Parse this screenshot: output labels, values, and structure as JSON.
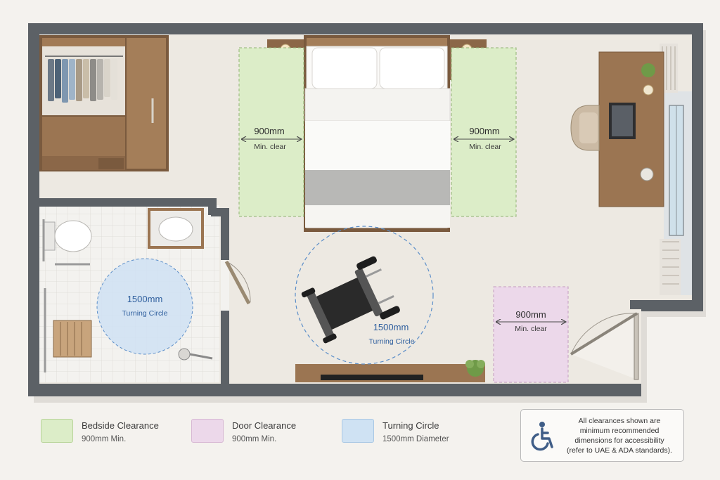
{
  "dimensions": {
    "bedside_left": {
      "value": "900mm",
      "caption": "Min. clear"
    },
    "bedside_right": {
      "value": "900mm",
      "caption": "Min. clear"
    },
    "door": {
      "value": "900mm",
      "caption": "Min. clear"
    },
    "turning_bath": {
      "value": "1500mm",
      "caption": "Turning Circle"
    },
    "turning_room": {
      "value": "1500mm",
      "caption": "Turning Circle"
    }
  },
  "legend": [
    {
      "title": "Bedside Clearance",
      "sub": "900mm Min.",
      "color": "#dcedc8"
    },
    {
      "title": "Door Clearance",
      "sub": "900mm Min.",
      "color": "#ecd8ea"
    },
    {
      "title": "Turning Circle",
      "sub": "1500mm Diameter",
      "color": "#cfe2f3"
    }
  ],
  "note": {
    "line1": "All clearances shown are",
    "line2": "minimum recommended",
    "line3": "dimensions for accessibility",
    "line4": "(refer to UAE & ADA standards).",
    "icon": "wheelchair-accessibility-icon"
  },
  "colors": {
    "wall": "#5c6166",
    "floor": "#ede9e2",
    "bath_tile": "#f2f1ee",
    "wood": "#9b7552",
    "bedside_zone": "#dcedc8",
    "door_zone": "#ecd8ea",
    "turning_zone": "#cfe2f3",
    "dim_text_blue": "#2f5f9e"
  }
}
